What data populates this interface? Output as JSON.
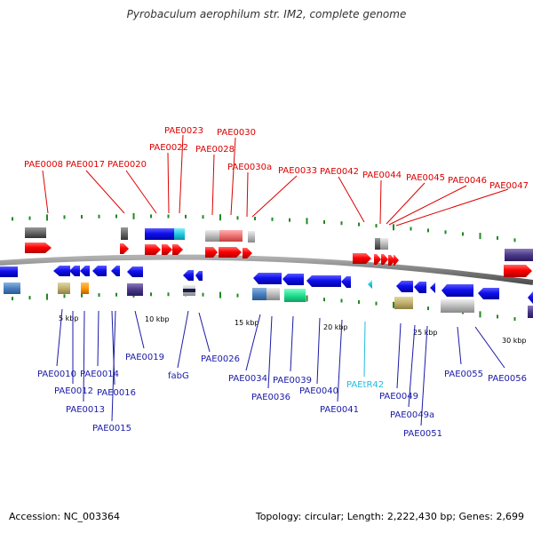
{
  "title": "Pyrobaculum aerophilum str. IM2, complete genome",
  "footer": {
    "accession": "Accession: NC_003364",
    "topology": "Topology: circular; Length: 2,222,430 bp; Genes: 2,699"
  },
  "colors": {
    "forward_gene": "#ff0000",
    "reverse_gene": "#0000ee",
    "forward_label": "#dd0000",
    "reverse_label": "#1a1aa8",
    "trna_label": "#22bbdd",
    "backbone": "#808080",
    "tick": "#228822"
  },
  "scale_labels": [
    "5 kbp",
    "10 kbp",
    "15 kbp",
    "20 kbp",
    "25 kbp",
    "30 kbp"
  ],
  "genes_forward": [
    "PAE0008",
    "PAE0017",
    "PAE0020",
    "PAE0022",
    "PAE0023",
    "PAE0028",
    "PAE0030",
    "PAE0030a",
    "PAE0033",
    "PAE0042",
    "PAE0044",
    "PAE0045",
    "PAE0046",
    "PAE0047"
  ],
  "genes_reverse": [
    "PAE0010",
    "PAE0012",
    "PAE0013",
    "PAE0014",
    "PAE0016",
    "PAE0015",
    "PAE0019",
    "fabG",
    "PAE0026",
    "PAE0034",
    "PAE0036",
    "PAE0039",
    "PAE0040",
    "PAE0041",
    "PAEtR42",
    "PAE0049",
    "PAE0049a",
    "PAE0051",
    "PAE0055",
    "PAE0056"
  ]
}
